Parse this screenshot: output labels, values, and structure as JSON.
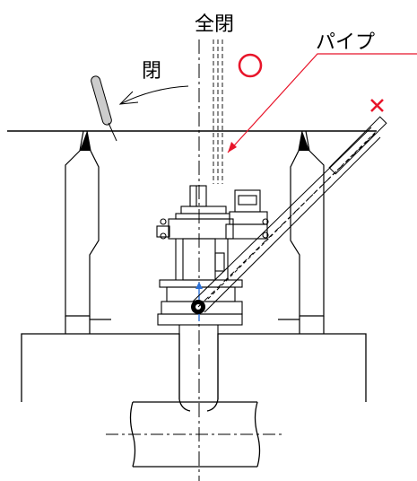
{
  "labels": {
    "fully_closed": "全閉",
    "closed": "閉",
    "pipe": "パイプ",
    "ok_mark": "○",
    "ng_mark": "×"
  },
  "colors": {
    "line": "#000000",
    "annotation": "#e8152a",
    "handle_fill": "#cccccc",
    "background": "#ffffff"
  }
}
